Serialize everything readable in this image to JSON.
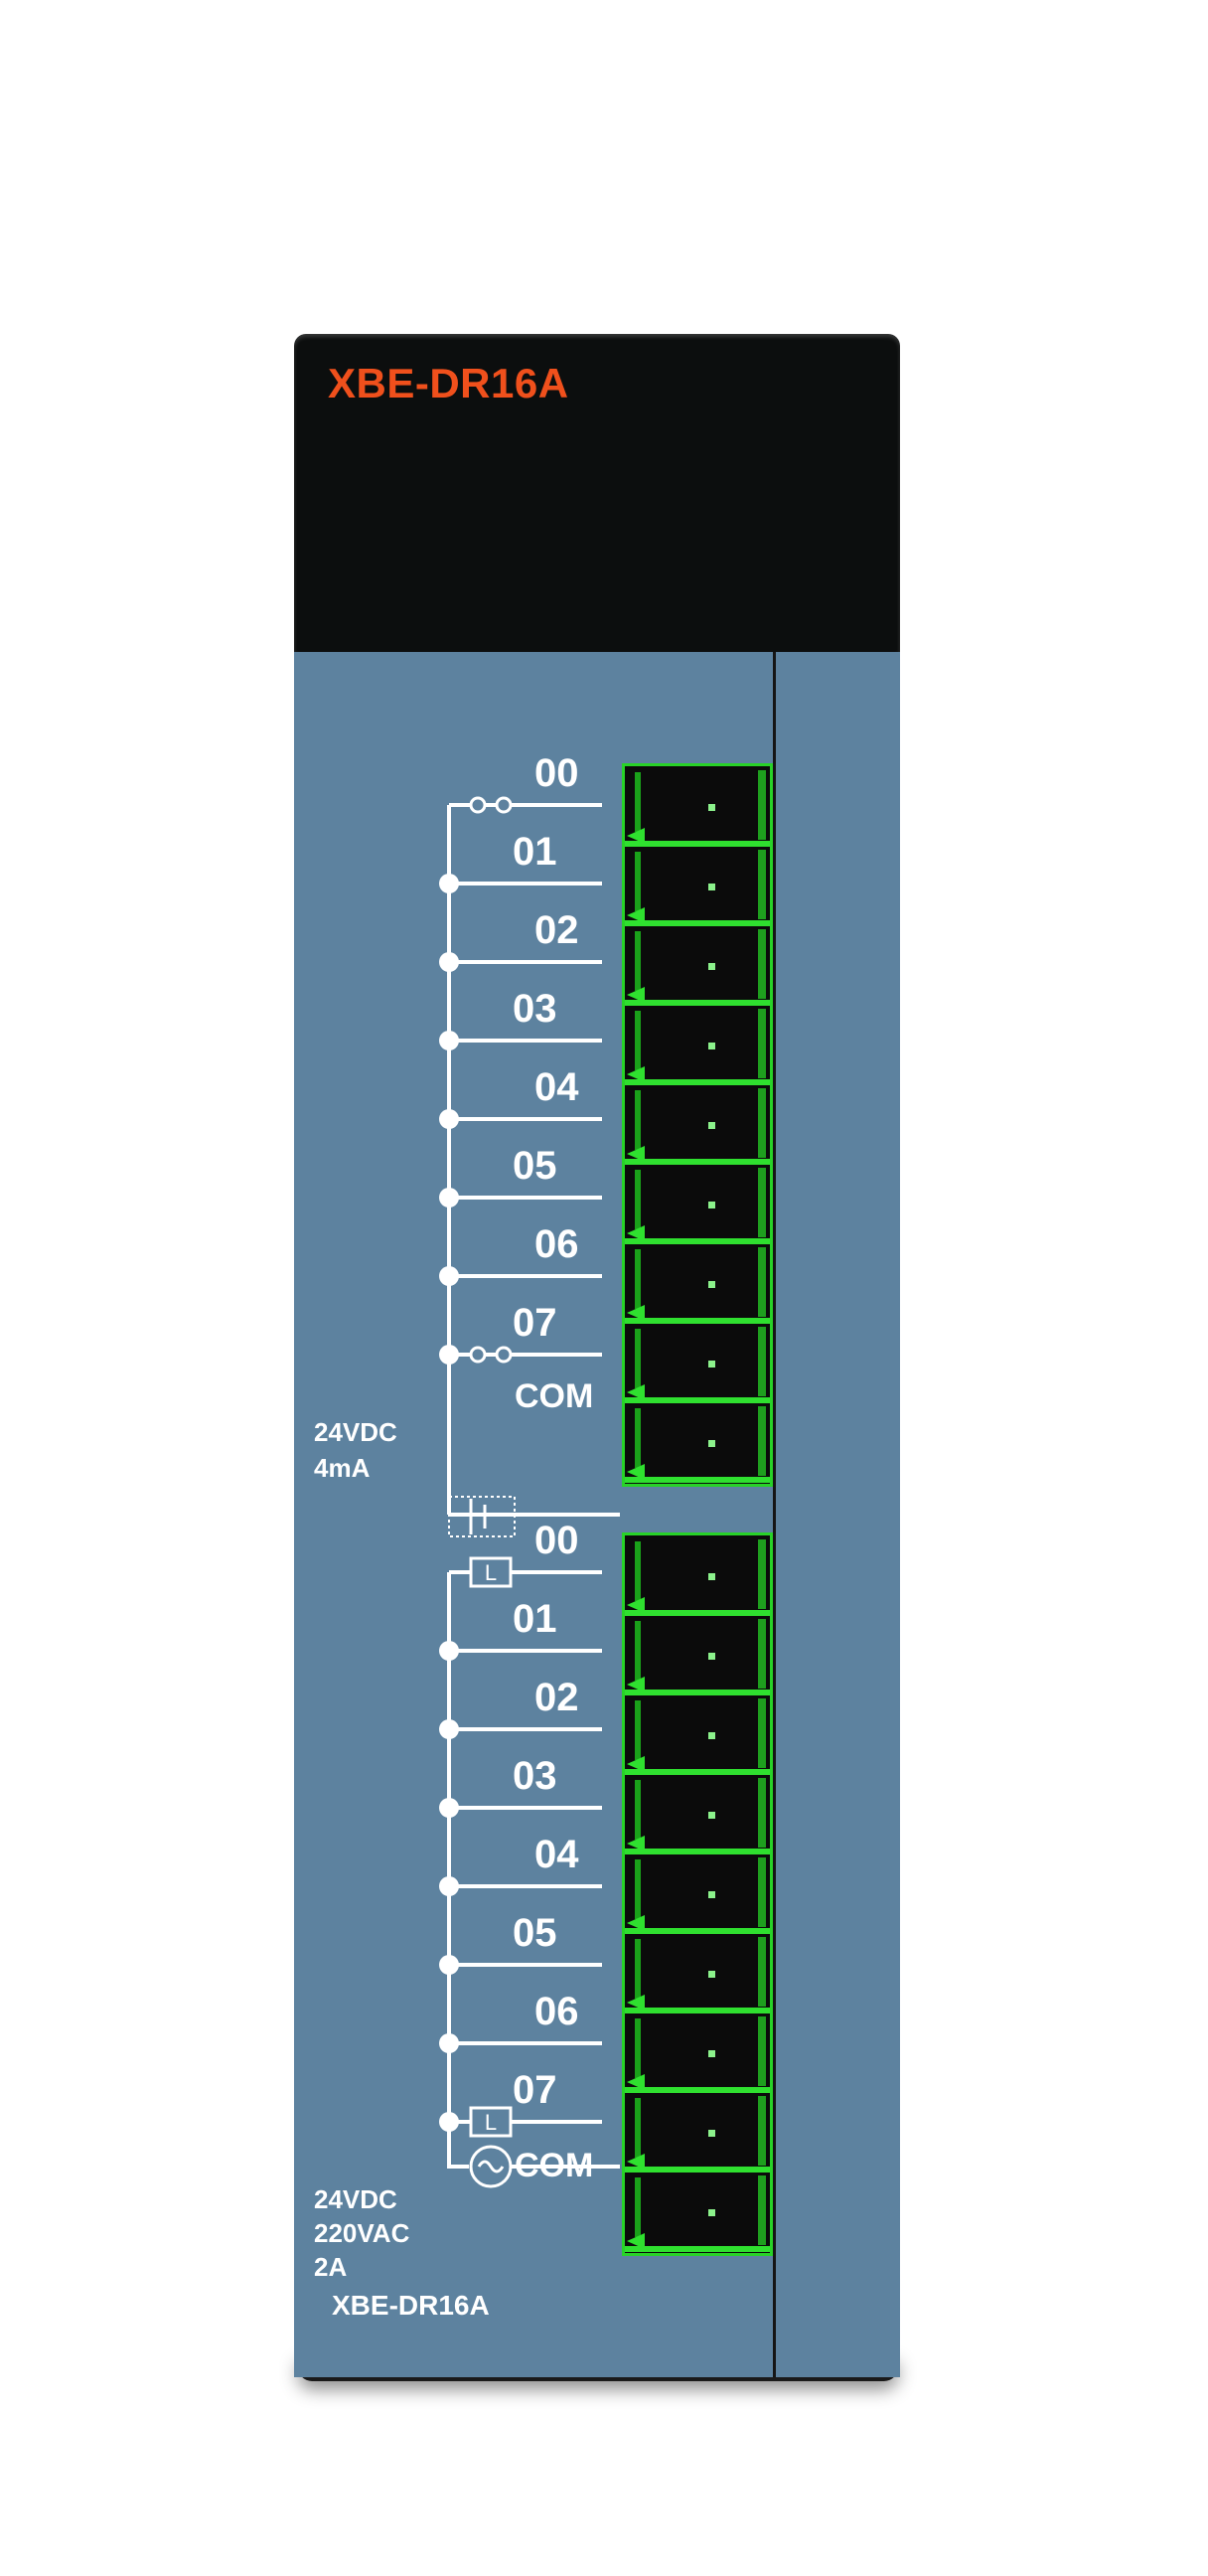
{
  "module": {
    "model_top": "XBE-DR16A",
    "model_bottom": "XBE-DR16A"
  },
  "input_block": {
    "channels": [
      "00",
      "01",
      "02",
      "03",
      "04",
      "05",
      "06",
      "07"
    ],
    "common": "COM",
    "spec_line1": "24VDC",
    "spec_line2": "4mA"
  },
  "output_block": {
    "channels": [
      "00",
      "01",
      "02",
      "03",
      "04",
      "05",
      "06",
      "07"
    ],
    "common": "COM",
    "load_symbol": "L",
    "spec_line1": "24VDC",
    "spec_line2": "220VAC",
    "spec_line3": "2A"
  },
  "colors": {
    "body_black": "#0c0e0e",
    "face_blue": "#5d829f",
    "terminal_green": "#2fe02f",
    "model_orange": "#f0501c"
  }
}
